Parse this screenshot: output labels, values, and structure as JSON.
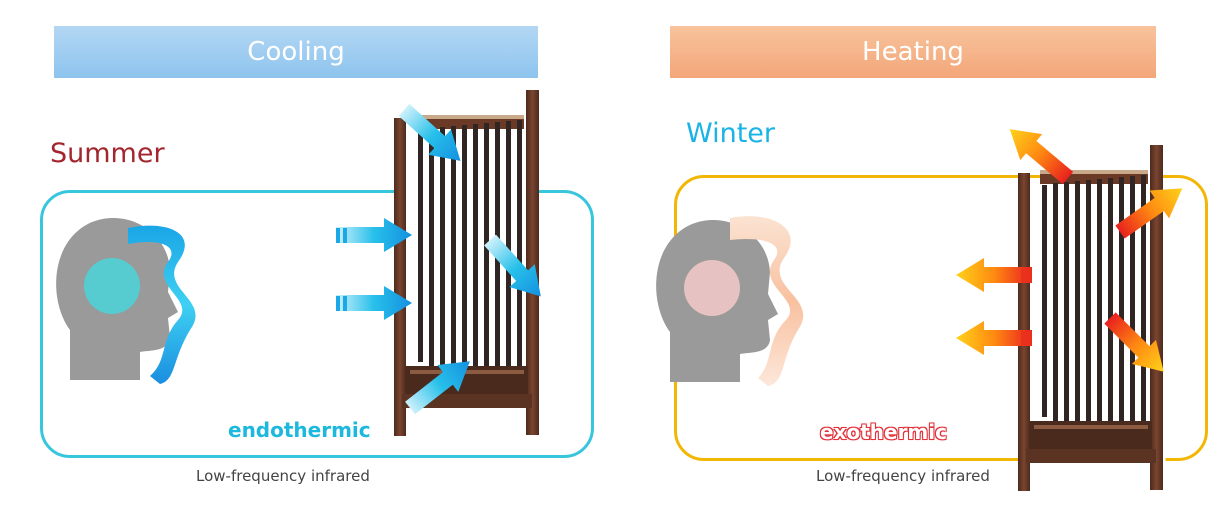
{
  "left": {
    "banner": "Cooling",
    "season": "Summer",
    "mode": "endothermic",
    "caption": "Low-frequency infrared"
  },
  "right": {
    "banner": "Heating",
    "season": "Winter",
    "mode": "exothermic",
    "caption": "Low-frequency infrared"
  },
  "colors": {
    "cooling_accent": "#38c6dd",
    "heating_accent": "#f2b705",
    "summer_text": "#a3262f",
    "winter_text": "#1ab3e6",
    "cool_arrow": "#1aa8e8",
    "heat_arrow": "#e8321e"
  },
  "icons": [
    "head-silhouette-icon",
    "wave-icon",
    "radiator-panel-icon",
    "arrow-icon"
  ]
}
